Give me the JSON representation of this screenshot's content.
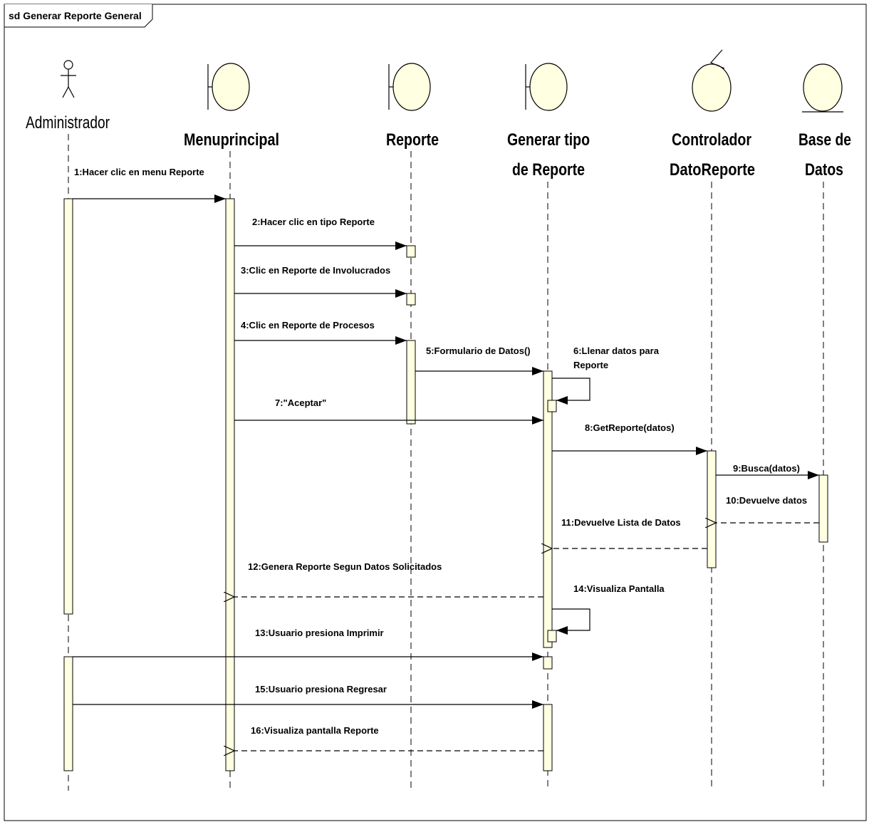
{
  "diagram": {
    "frame_title": "sd Generar Reporte General",
    "colors": {
      "fill": "#FFFFE1",
      "stroke": "#000000",
      "background": "#FFFFFF"
    },
    "participants": [
      {
        "id": "admin",
        "kind": "actor",
        "name_lines": [
          "Administrador"
        ]
      },
      {
        "id": "menu",
        "kind": "boundary",
        "name_lines": [
          "Menuprincipal"
        ]
      },
      {
        "id": "reporte",
        "kind": "boundary",
        "name_lines": [
          "Reporte"
        ]
      },
      {
        "id": "generar",
        "kind": "boundary",
        "name_lines": [
          "Generar tipo",
          "de Reporte"
        ]
      },
      {
        "id": "control",
        "kind": "control",
        "name_lines": [
          "Controlador",
          "DatoReporte"
        ]
      },
      {
        "id": "bd",
        "kind": "entity",
        "name_lines": [
          "Base de",
          "Datos"
        ]
      }
    ],
    "messages": [
      {
        "label": [
          "1:Hacer clic en menu Reporte"
        ],
        "type": "sync"
      },
      {
        "label": [
          "2:Hacer clic en tipo Reporte"
        ],
        "type": "sync"
      },
      {
        "label": [
          "3:Clic en Reporte de Involucrados"
        ],
        "type": "sync"
      },
      {
        "label": [
          "4:Clic en Reporte de Procesos"
        ],
        "type": "sync"
      },
      {
        "label": [
          "5:Formulario de Datos()"
        ],
        "type": "sync"
      },
      {
        "label": [
          "6:Llenar datos para",
          "Reporte"
        ],
        "type": "self"
      },
      {
        "label": [
          "7:\"Aceptar\""
        ],
        "type": "sync"
      },
      {
        "label": [
          "8:GetReporte(datos)"
        ],
        "type": "sync"
      },
      {
        "label": [
          "9:Busca(datos)"
        ],
        "type": "sync"
      },
      {
        "label": [
          "10:Devuelve datos"
        ],
        "type": "return"
      },
      {
        "label": [
          "11:Devuelve Lista de Datos"
        ],
        "type": "return"
      },
      {
        "label": [
          "12:Genera Reporte Segun Datos Solicitados"
        ],
        "type": "return"
      },
      {
        "label": [
          "13:Usuario presiona Imprimir"
        ],
        "type": "sync"
      },
      {
        "label": [
          "14:Visualiza Pantalla"
        ],
        "type": "self"
      },
      {
        "label": [
          "15:Usuario presiona Regresar"
        ],
        "type": "sync"
      },
      {
        "label": [
          "16:Visualiza pantalla Reporte"
        ],
        "type": "return"
      }
    ]
  }
}
